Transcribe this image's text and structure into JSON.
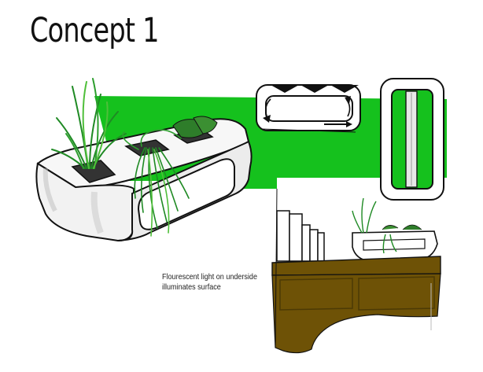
{
  "title": "Concept 1",
  "annotation": {
    "line1": "Flourescent light on underside",
    "line2": "illuminates surface"
  },
  "colors": {
    "background_band": "#15c11d",
    "plant": "#1f8a24",
    "plant_light": "#4fbf3a",
    "wood": "#6e5206",
    "wood_dark": "#4c3a05",
    "ink": "#111111",
    "planter": "#f4f4f4"
  }
}
